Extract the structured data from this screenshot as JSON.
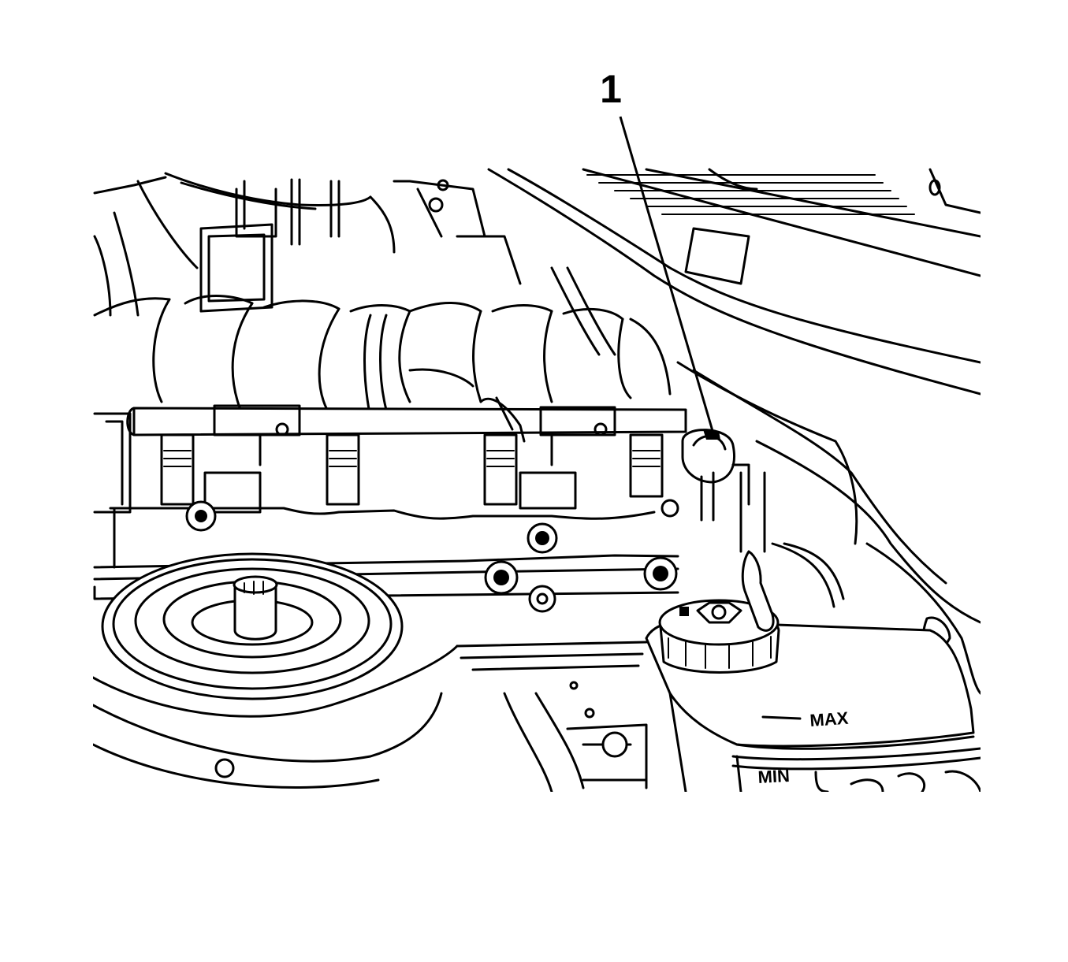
{
  "callouts": [
    {
      "label": "1"
    }
  ],
  "reservoir_marks": {
    "max": "MAX",
    "min": "MIN"
  },
  "colors": {
    "line": "#000000",
    "background": "#ffffff"
  }
}
